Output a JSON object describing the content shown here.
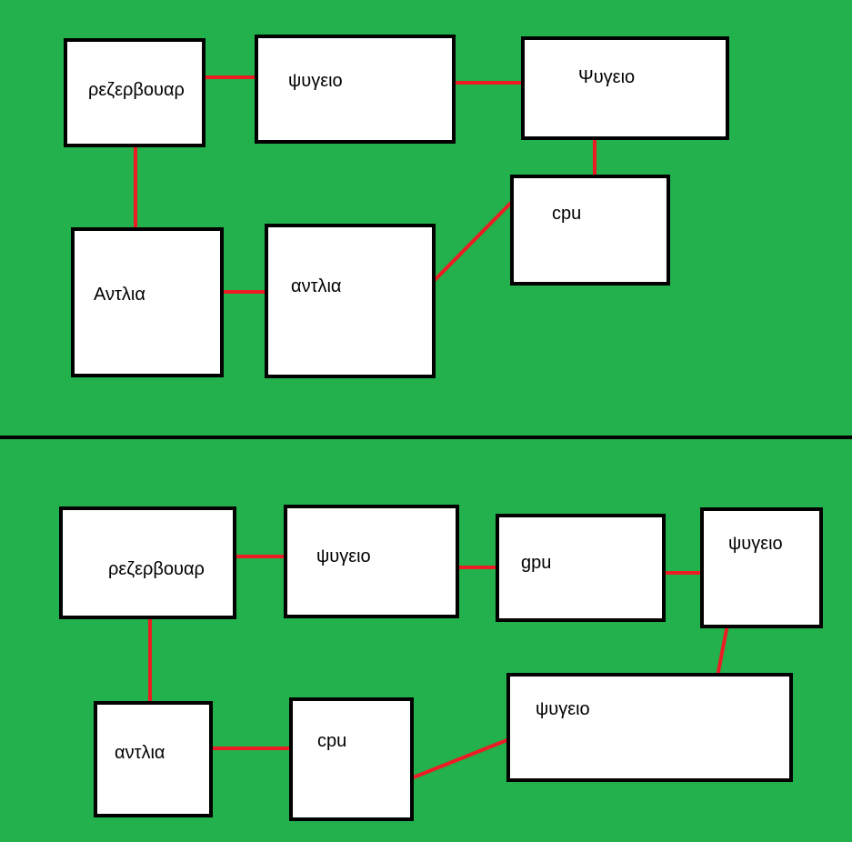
{
  "colors": {
    "background": "#22b14c",
    "box_fill": "#ffffff",
    "box_border": "#000000",
    "connector": "#ed1c24"
  },
  "top": {
    "reservoir": "ρεζερβουαρ",
    "radiator_1": "ψυγειο",
    "radiator_2": "Ψυγειο",
    "cpu": "cpu",
    "pump_1": "Αντλια",
    "pump_2": "αντλια"
  },
  "bottom": {
    "reservoir": "ρεζερβουαρ",
    "radiator_1": "ψυγειο",
    "gpu": "gpu",
    "radiator_2": "ψυγειο",
    "radiator_3": "ψυγειο",
    "pump": "αντλια",
    "cpu": "cpu"
  }
}
